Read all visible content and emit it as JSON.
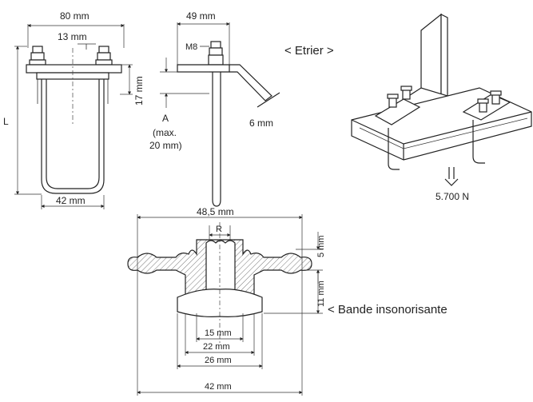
{
  "stirrup_front": {
    "width_top": "80 mm",
    "bolt_spacing": "13 mm",
    "height_side": "17 mm",
    "length": "L",
    "width_bottom": "42 mm"
  },
  "stirrup_side": {
    "width": "49 mm",
    "bolt": "M8",
    "gap_label": "A",
    "gap_note_1": "(max.",
    "gap_note_2": "20 mm)",
    "rod": "6 mm"
  },
  "iso_label": "< Etrier >",
  "load": "5.700 N",
  "band": {
    "label": "< Bande insonorisante",
    "overall_width": "48,5 mm",
    "radius": "R",
    "lip_height": "5 mm",
    "body_height": "11 mm",
    "w15": "15 mm",
    "w22": "22 mm",
    "w26": "26 mm",
    "w42": "42 mm"
  }
}
